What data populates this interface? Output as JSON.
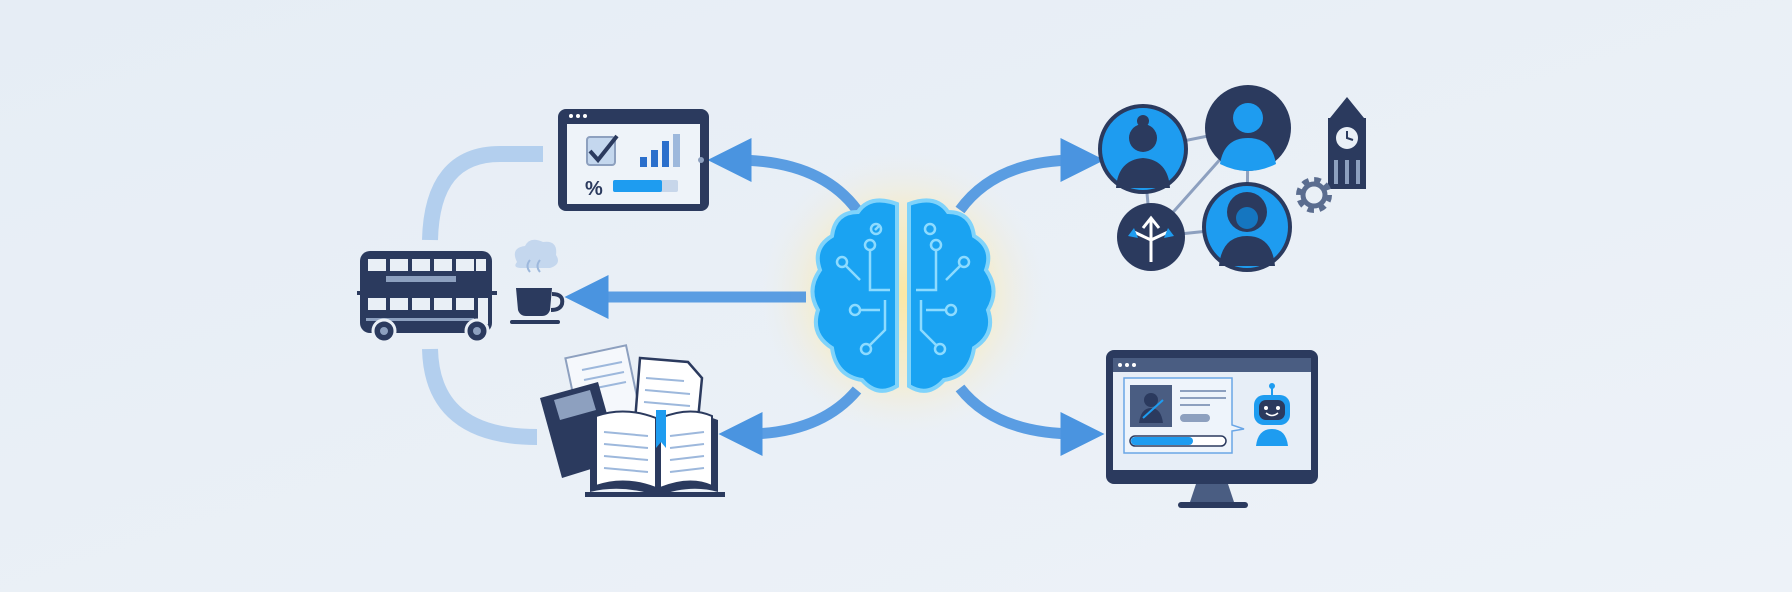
{
  "illustration": {
    "central_concept_icon": "circuit-brain-icon",
    "nodes": [
      {
        "id": "tablet",
        "icon": "tablet-dashboard-icon"
      },
      {
        "id": "bus",
        "icon": "double-decker-bus-icon"
      },
      {
        "id": "tea",
        "icon": "tea-cup-icon"
      },
      {
        "id": "books",
        "icon": "books-documents-icon"
      },
      {
        "id": "people",
        "icon": "people-network-icon"
      },
      {
        "id": "clock-tower",
        "icon": "clock-tower-icon"
      },
      {
        "id": "gear",
        "icon": "gear-icon"
      },
      {
        "id": "monitor",
        "icon": "monitor-chatbot-icon"
      }
    ],
    "monitor_progress": 0.65,
    "tablet_progress": 0.75
  },
  "colors": {
    "background": "#e9eff6",
    "brain": "#1aa3f2",
    "brain_outline": "#7fd3fb",
    "glow": "#fbe7a0",
    "arrow": "#4a94e0",
    "arrow_light": "#a9c9ec",
    "navy": "#2b3a5e",
    "accent_blue": "#1e9cf0"
  }
}
